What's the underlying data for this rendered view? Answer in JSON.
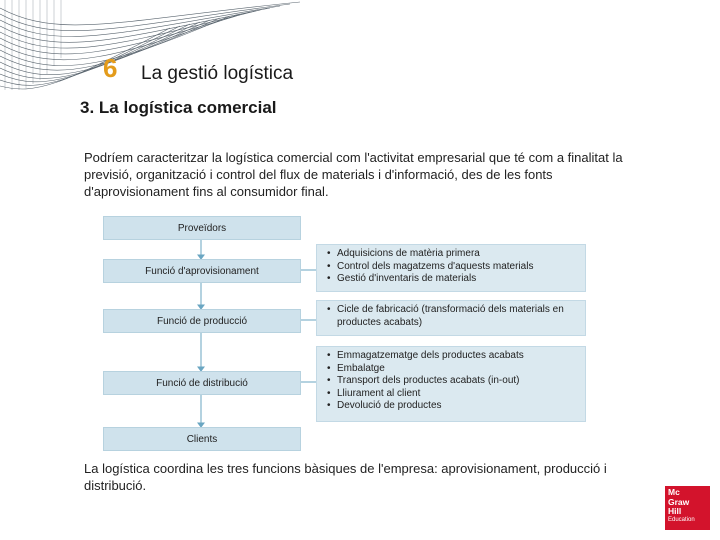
{
  "chapter": {
    "number": "6",
    "title": "La gestió logística"
  },
  "section_title": "3. La logística comercial",
  "intro_text": "Podríem caracteritzar la logística comercial com l'activitat empresarial que té com a finalitat la previsió, organització i control del flux de materials i d'informació, des de les fonts d'aprovisionament fins al consumidor final.",
  "diagram": {
    "top": "Proveïdors",
    "functions": [
      "Funció d'aprovisionament",
      "Funció de producció",
      "Funció de distribució"
    ],
    "bottom": "Clients",
    "panels": [
      [
        "Adquisicions de matèria primera",
        "Control dels magatzems d'aquests materials",
        "Gestió d'inventaris de materials"
      ],
      [
        "Cicle de fabricació (transformació dels materials en productes acabats)"
      ],
      [
        "Emmagatzematge dels productes acabats",
        "Embalatge",
        "Transport dels productes acabats (in-out)",
        "Lliurament al client",
        "Devolució de productes"
      ]
    ]
  },
  "outro_text": "La logística coordina les tres funcions bàsiques de l'empresa: aprovisionament, producció i distribució.",
  "logo": {
    "line1": "Mc",
    "line2": "Graw",
    "line3": "Hill",
    "line4": "Education"
  },
  "colors": {
    "accent": "#e39b1b",
    "box": "#cfe2ec",
    "panel": "#dbe9f0",
    "brand": "#d3132c"
  }
}
